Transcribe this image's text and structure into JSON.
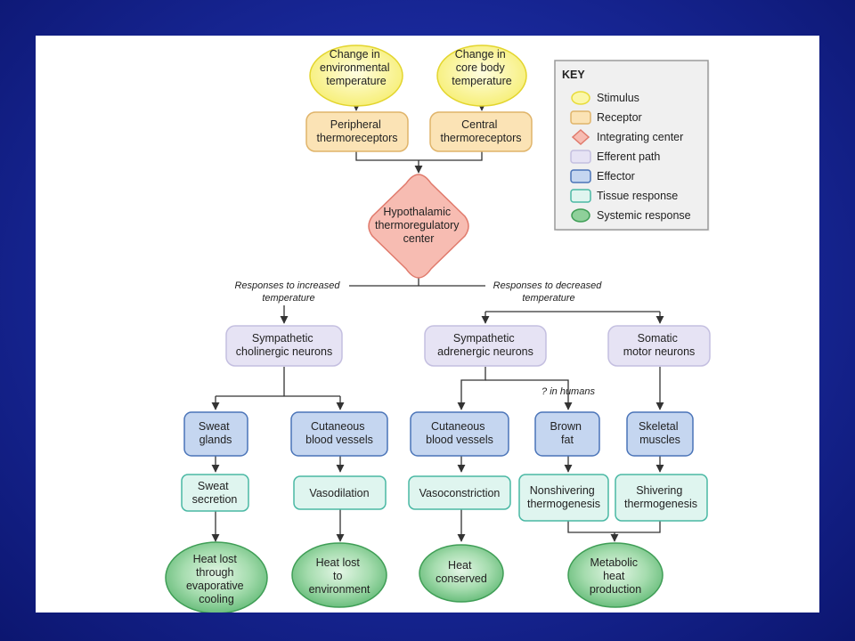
{
  "nodes": {
    "stimulus_env": [
      "Change in",
      "environmental",
      "temperature"
    ],
    "stimulus_core": [
      "Change in",
      "core body",
      "temperature"
    ],
    "receptor_peripheral": [
      "Peripheral",
      "thermoreceptors"
    ],
    "receptor_central": [
      "Central",
      "thermoreceptors"
    ],
    "integrating_center": [
      "Hypothalamic",
      "thermoregulatory",
      "center"
    ],
    "efferent_cholinergic": [
      "Sympathetic",
      "cholinergic neurons"
    ],
    "efferent_adrenergic": [
      "Sympathetic",
      "adrenergic neurons"
    ],
    "efferent_somatic": [
      "Somatic",
      "motor neurons"
    ],
    "effector_sweat": [
      "Sweat",
      "glands"
    ],
    "effector_cutaneous_dilate": [
      "Cutaneous",
      "blood vessels"
    ],
    "effector_cutaneous_constrict": [
      "Cutaneous",
      "blood vessels"
    ],
    "effector_brown_fat": [
      "Brown",
      "fat"
    ],
    "effector_skeletal": [
      "Skeletal",
      "muscles"
    ],
    "tissue_sweat": [
      "Sweat",
      "secretion"
    ],
    "tissue_vasodilation": [
      "Vasodilation"
    ],
    "tissue_vasoconstriction": [
      "Vasoconstriction"
    ],
    "tissue_nonshivering": [
      "Nonshivering",
      "thermogenesis"
    ],
    "tissue_shivering": [
      "Shivering",
      "thermogenesis"
    ],
    "systemic_evaporative": [
      "Heat lost",
      "through",
      "evaporative",
      "cooling"
    ],
    "systemic_environment": [
      "Heat lost",
      "to",
      "environment"
    ],
    "systemic_conserved": [
      "Heat",
      "conserved"
    ],
    "systemic_metabolic": [
      "Metabolic",
      "heat",
      "production"
    ]
  },
  "branch_labels": {
    "increased": [
      "Responses to increased",
      "temperature"
    ],
    "decreased": [
      "Responses to decreased",
      "temperature"
    ],
    "humans": "? in humans"
  },
  "key": {
    "title": "KEY",
    "items": [
      {
        "label": "Stimulus",
        "shape": "ellipse",
        "fill": "#fbf7a8",
        "stroke": "#e8dc3a"
      },
      {
        "label": "Receptor",
        "shape": "rect",
        "fill": "#fbe3b5",
        "stroke": "#e0b46a"
      },
      {
        "label": "Integrating center",
        "shape": "diamond",
        "fill": "#f7bcb2",
        "stroke": "#e07a6c"
      },
      {
        "label": "Efferent path",
        "shape": "rect",
        "fill": "#e6e3f4",
        "stroke": "#c4bfe0"
      },
      {
        "label": "Effector",
        "shape": "rect",
        "fill": "#c5d6f0",
        "stroke": "#4a74b8"
      },
      {
        "label": "Tissue response",
        "shape": "rect",
        "fill": "#dff5ef",
        "stroke": "#4ab8a4"
      },
      {
        "label": "Systemic response",
        "shape": "ellipse",
        "fill": "#8fd09a",
        "stroke": "#3f9e56"
      }
    ]
  },
  "colors": {
    "stimulus": "#fbf7a8",
    "receptor": "#fbe3b5",
    "integrating": "#f7bcb2",
    "efferent": "#e6e3f4",
    "effector": "#c5d6f0",
    "tissue": "#dff5ef",
    "systemic": "#8fd09a"
  }
}
